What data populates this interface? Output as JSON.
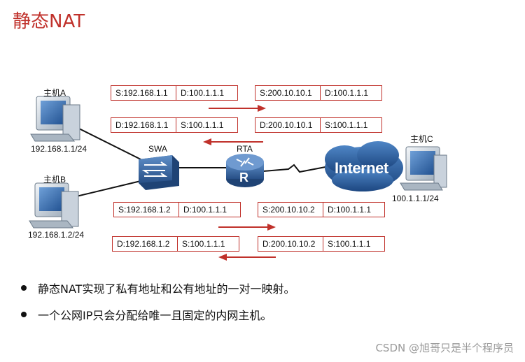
{
  "title": "静态NAT",
  "hosts": {
    "a": {
      "name": "主机A",
      "ip": "192.168.1.1/24"
    },
    "b": {
      "name": "主机B",
      "ip": "192.168.1.2/24"
    },
    "c": {
      "name": "主机C",
      "ip": "100.1.1.1/24"
    }
  },
  "devices": {
    "switch": "SWA",
    "router": "RTA",
    "router_letter": "R",
    "cloud": "Internet"
  },
  "packets": {
    "a_out_before": {
      "src": "S:192.168.1.1",
      "dst": "D:100.1.1.1"
    },
    "a_out_after": {
      "src": "S:200.10.10.1",
      "dst": "D:100.1.1.1"
    },
    "a_in_before": {
      "dst": "D:192.168.1.1",
      "src": "S:100.1.1.1"
    },
    "a_in_after": {
      "dst": "D:200.10.10.1",
      "src": "S:100.1.1.1"
    },
    "b_out_before": {
      "src": "S:192.168.1.2",
      "dst": "D:100.1.1.1"
    },
    "b_out_after": {
      "src": "S:200.10.10.2",
      "dst": "D:100.1.1.1"
    },
    "b_in_before": {
      "dst": "D:192.168.1.2",
      "src": "S:100.1.1.1"
    },
    "b_in_after": {
      "dst": "D:200.10.10.2",
      "src": "S:100.1.1.1"
    }
  },
  "bullets": [
    "静态NAT实现了私有地址和公有地址的一对一映射。",
    "一个公网IP只会分配给唯一且固定的内网主机。"
  ],
  "watermark": "CSDN @旭哥只是半个程序员",
  "colors": {
    "accent": "#c0312b",
    "device_blue": "#3c6fa8",
    "cloud_blue": "#2f5f9a"
  }
}
